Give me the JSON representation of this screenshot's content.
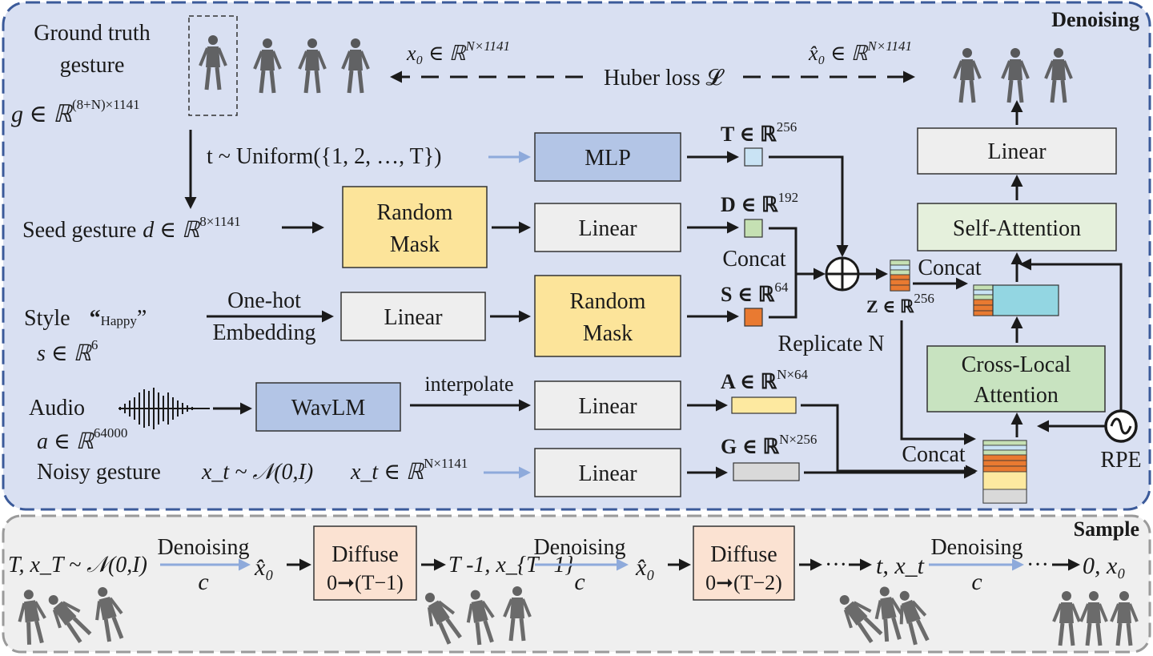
{
  "panels": {
    "denoising_title": "Denoising",
    "sample_title": "Sample"
  },
  "inputs": {
    "ground_truth_line1": "Ground truth",
    "ground_truth_line2": "gesture",
    "ground_truth_formula": "g ∈ ℝ",
    "ground_truth_sup": "(8+N)×1141",
    "timestep_formula": "t ~ Uniform({1, 2, …, T})",
    "seed_label": "Seed gesture",
    "seed_formula": "d ∈ ℝ",
    "seed_sup": "8×1141",
    "style_label": "Style",
    "style_quote_open": "“",
    "style_value": "Happy",
    "style_quote_close": "”",
    "style_formula": "s ∈ ℝ",
    "style_sup": "6",
    "onehot_line1": "One-hot",
    "onehot_line2": "Embedding",
    "audio_label": "Audio",
    "audio_formula": "a ∈ ℝ",
    "audio_sup": "64000",
    "interpolate_label": "interpolate",
    "noisy_label": "Noisy gesture",
    "noisy_dist": "x_t ~ 𝒩(0,I)",
    "noisy_formula": "x_t ∈ ℝ",
    "noisy_sup": "N×1141"
  },
  "loss": {
    "x0_formula": "x₀ ∈ ℝ",
    "x0_sup": "N×1141",
    "huber_label": "Huber loss 𝓛",
    "x0hat_formula": "x̂₀ ∈ ℝ",
    "x0hat_sup": "N×1141"
  },
  "blocks": {
    "mlp": "MLP",
    "random_mask_line1": "Random",
    "random_mask_line2": "Mask",
    "linear": "Linear",
    "wavlm": "WavLM",
    "self_attention": "Self-Attention",
    "cross_local_line1": "Cross-Local",
    "cross_local_line2": "Attention",
    "output_linear": "Linear",
    "rpe_label": "RPE"
  },
  "tensors": {
    "T_label": "T ∈ ℝ",
    "T_sup": "256",
    "D_label": "D ∈ ℝ",
    "D_sup": "192",
    "S_label": "S ∈ ℝ",
    "S_sup": "64",
    "Z_label": "Z ∈ ℝ",
    "Z_sup": "256",
    "A_label": "A ∈ ℝ",
    "A_sup": "N×64",
    "G_label": "G ∈ ℝ",
    "G_sup": "N×256",
    "concat_left": "Concat",
    "concat_right": "Concat",
    "concat_bottom": "Concat",
    "replicate": "Replicate N"
  },
  "sample": {
    "start_formula": "T, x_T ~ 𝒩(0,I)",
    "denoising_1": "Denoising",
    "c_1": "c",
    "x0hat_1": "x̂₀",
    "diffuse_1_title": "Diffuse",
    "diffuse_1_sub": "0➞(T−1)",
    "step_2": "T -1, x_{T−1}",
    "denoising_2": "Denoising",
    "c_2": "c",
    "x0hat_2": "x̂₀",
    "diffuse_2_title": "Diffuse",
    "diffuse_2_sub": "0➞(T−2)",
    "ellipsis_1": "···",
    "step_t": "t, x_t",
    "denoising_3": "Denoising",
    "c_3": "c",
    "ellipsis_2": "···",
    "final": "0, x₀"
  },
  "colors": {
    "denoise_bg": "#d9e0f2",
    "denoise_border": "#3b5a9a",
    "sample_bg": "#efefef",
    "sample_border": "#9a9a9a",
    "mask_fill": "#fce49a",
    "linear_fill": "#eeeeee",
    "mlp_fill": "#b3c5e6",
    "attn_fill": "#e5f0dc",
    "cross_fill": "#c8e3c0",
    "diffuse_fill": "#fbe2d2",
    "arrow_blue": "#8eaadb",
    "T_token": "#c9e3f4",
    "D_token": "#c5e0b3",
    "S_token": "#e97a31",
    "A_token": "#fde9a0",
    "G_token": "#d9d9d9",
    "Z_big": "#93d6e2"
  }
}
